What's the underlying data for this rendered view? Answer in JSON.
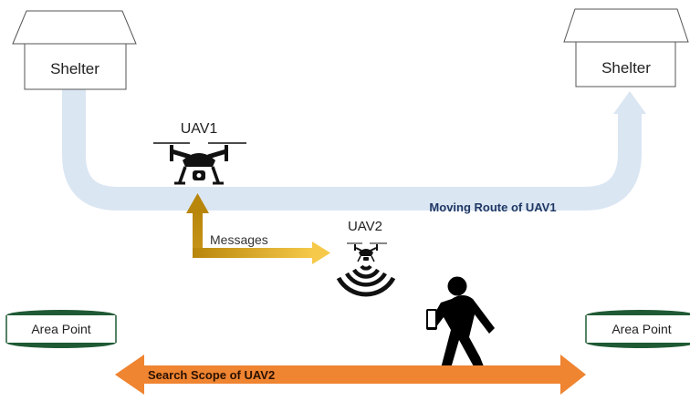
{
  "shelters": [
    {
      "label": "Shelter"
    },
    {
      "label": "Shelter"
    }
  ],
  "uavs": [
    {
      "label": "UAV1"
    },
    {
      "label": "UAV2"
    }
  ],
  "route": {
    "label": "Moving Route of UAV1",
    "color": "#dbe6f3"
  },
  "messages": {
    "label": "Messages",
    "color_start": "#b8860b",
    "color_end": "#f6c94a"
  },
  "area_points": [
    {
      "label": "Area Point"
    },
    {
      "label": "Area Point"
    }
  ],
  "search_scope": {
    "label": "Search Scope of UAV2",
    "color": "#ef8431"
  },
  "icons": {
    "drone": "drone-icon",
    "signal": "signal-waves-icon",
    "person": "walking-person-icon",
    "phone": "phone-icon"
  }
}
